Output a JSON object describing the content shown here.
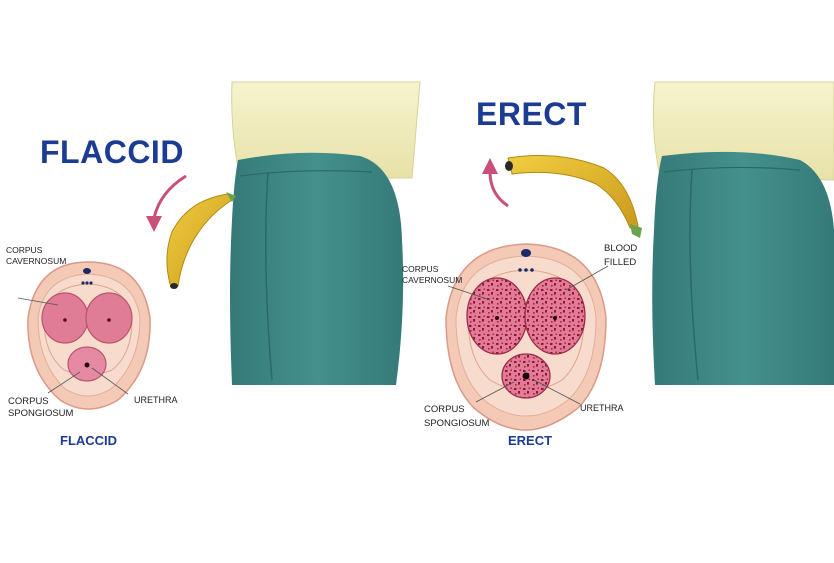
{
  "flaccid": {
    "title": "FLACCID",
    "caption": "FLACCID",
    "labels": {
      "corpus_cavernosum_line1": "CORPUS",
      "corpus_cavernosum_line2": "CAVERNOSUM",
      "corpus_spongiosum_line1": "CORPUS",
      "corpus_spongiosum_line2": "SPONGIOSUM",
      "urethra": "URETHRA"
    }
  },
  "erect": {
    "title": "ERECT",
    "caption": "ERECT",
    "labels": {
      "corpus_cavernosum_line1": "CORPUS",
      "corpus_cavernosum_line2": "CAVERNOSUM",
      "blood_filled_line1": "BLOOD",
      "blood_filled_line2": "FILLED",
      "corpus_spongiosum_line1": "CORPUS",
      "corpus_spongiosum_line2": "SPONGIOSUM",
      "urethra": "URETHRA"
    }
  },
  "colors": {
    "title_blue": "#1c3b92",
    "pants_teal": "#3f8a88",
    "shirt_cream": "#f3efbf",
    "banana_yellow": "#e6bd2c",
    "arrow_pink": "#c8507a",
    "tissue_pink": "#e07c96",
    "outer_peach": "#f4c9b6",
    "blood_dark": "#8e1638"
  }
}
